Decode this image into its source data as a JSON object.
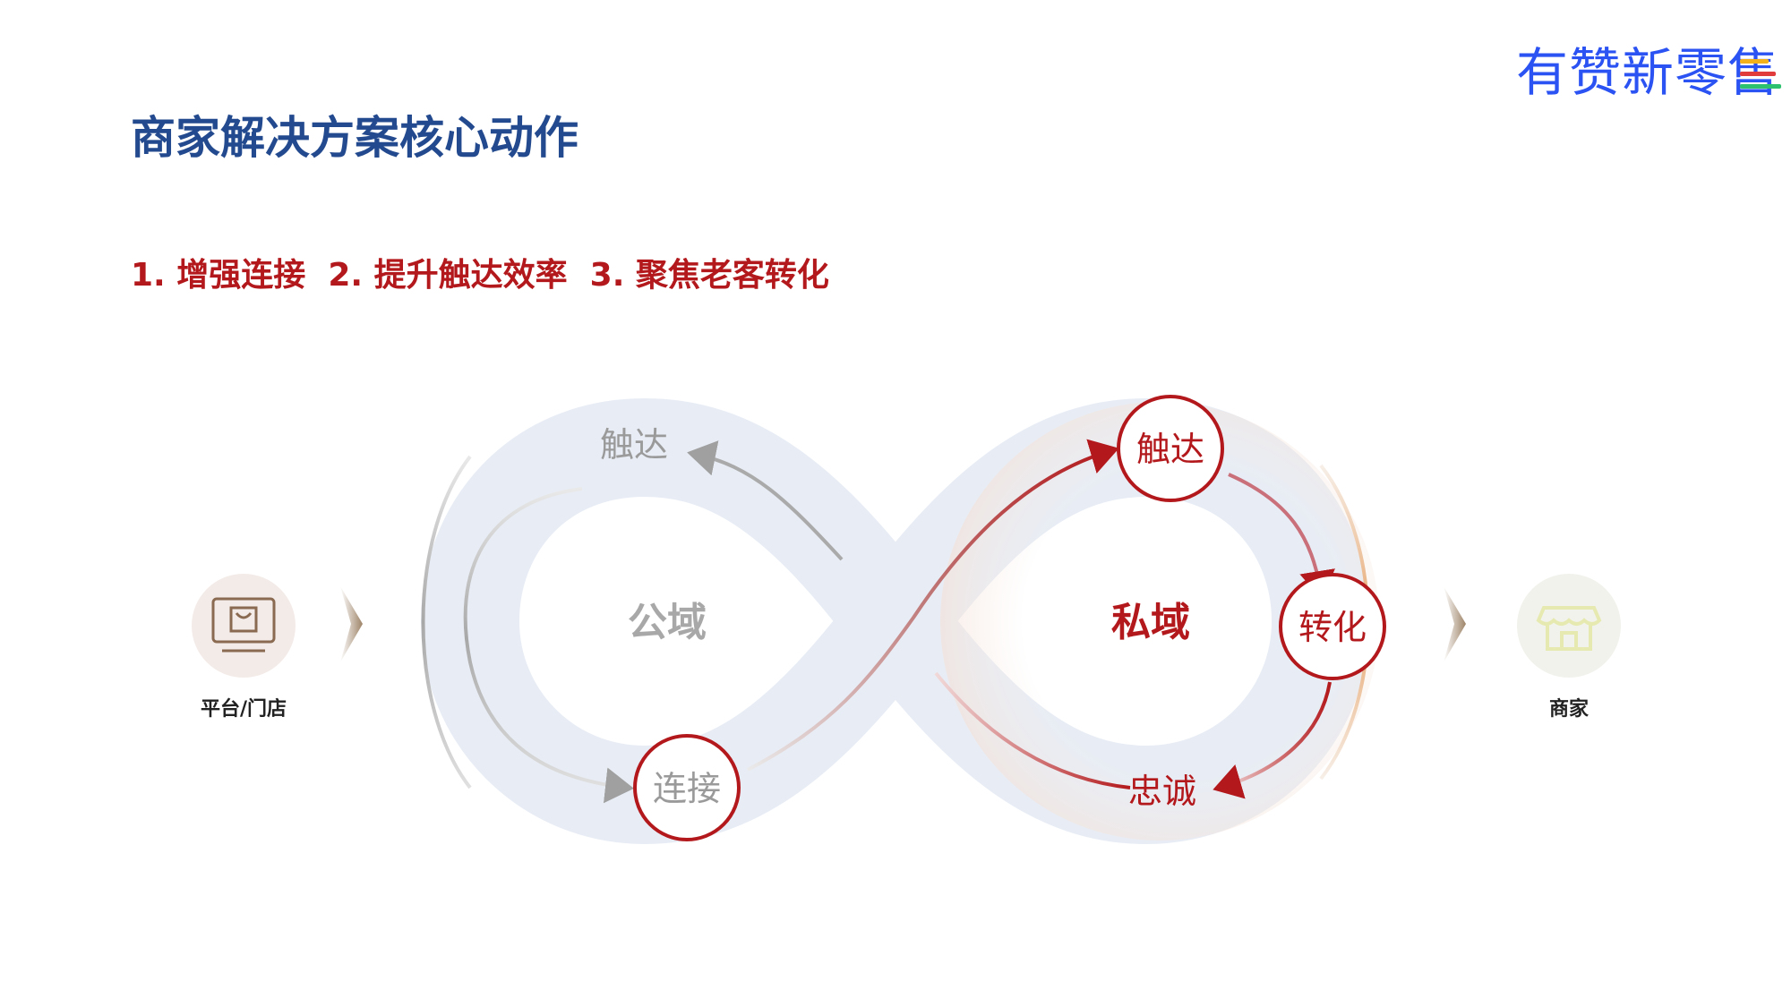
{
  "brand": {
    "logo_text": "有赞新零售",
    "bar_colors": [
      "#f3b21c",
      "#e23b3b",
      "#2cc16e"
    ]
  },
  "title": "商家解决方案核心动作",
  "subtitle": "1. 增强连接  2. 提升触达效率  3. 聚焦老客转化",
  "left_entity": {
    "label": "平台/门店",
    "icon": "shopping-bag-monitor-icon"
  },
  "right_entity": {
    "label": "商家",
    "icon": "storefront-icon"
  },
  "public_domain": {
    "label": "公域",
    "nodes": {
      "reach": "触达",
      "connect": "连接"
    }
  },
  "private_domain": {
    "label": "私域",
    "nodes": {
      "reach": "触达",
      "convert": "转化",
      "loyalty": "忠诚"
    }
  },
  "colors": {
    "title": "#234a8e",
    "accent_red": "#b3191c",
    "public_gray": "#9a9a9a",
    "loop_fill": "#e8edf5"
  }
}
